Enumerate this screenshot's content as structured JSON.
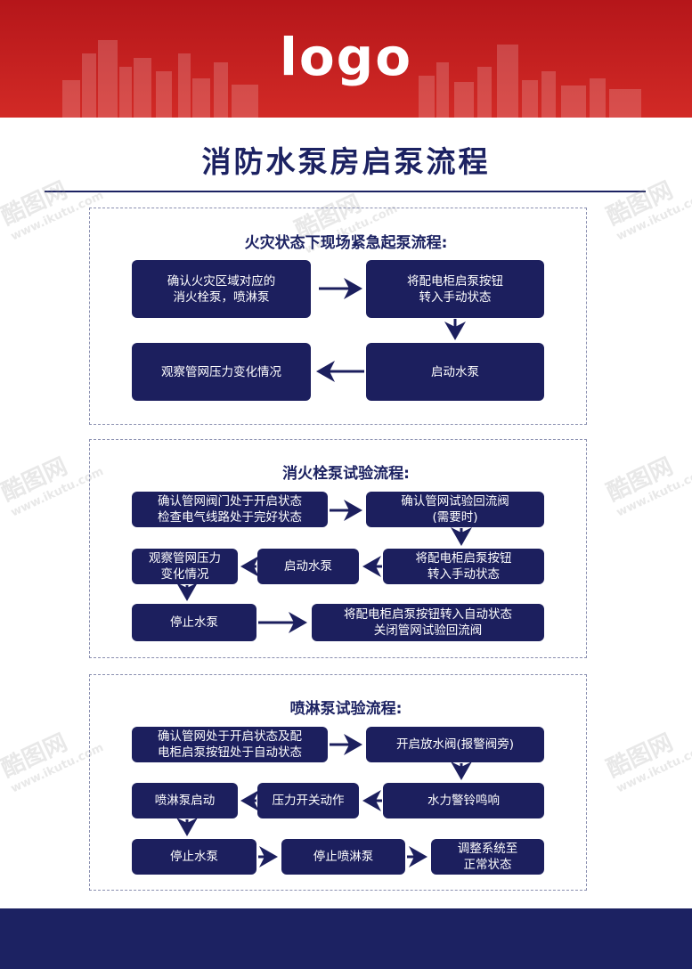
{
  "header": {
    "logo": "logo",
    "title": "消防水泵房启泵流程"
  },
  "watermark": {
    "brand": "酷图网",
    "url": "www.ikutu.com"
  },
  "colors": {
    "header_red": "#c8201e",
    "navy": "#1c1f5e"
  },
  "sections": [
    {
      "title": "火灾状态下现场紧急起泵流程:",
      "steps": [
        "确认火灾区域对应的\n消火栓泵，喷淋泵",
        "将配电柜启泵按钮\n转入手动状态",
        "启动水泵",
        "观察管网压力变化情况"
      ]
    },
    {
      "title": "消火栓泵试验流程:",
      "steps": [
        "确认管网阀门处于开启状态\n检查电气线路处于完好状态",
        "确认管网试验回流阀\n(需要时)",
        "将配电柜启泵按钮\n转入手动状态",
        "启动水泵",
        "观察管网压力\n变化情况",
        "停止水泵",
        "将配电柜启泵按钮转入自动状态\n关闭管网试验回流阀"
      ]
    },
    {
      "title": "喷淋泵试验流程:",
      "steps": [
        "确认管网处于开启状态及配\n电柜启泵按钮处于自动状态",
        "开启放水阀(报警阀旁)",
        "水力警铃鸣响",
        "压力开关动作",
        "喷淋泵启动",
        "停止水泵",
        "停止喷淋泵",
        "调整系统至\n正常状态"
      ]
    }
  ]
}
